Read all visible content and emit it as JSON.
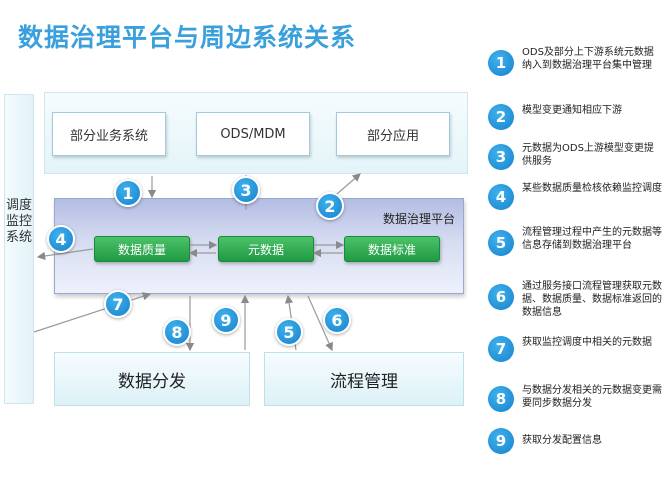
{
  "title": "数据治理平台与周边系统关系",
  "top_systems": {
    "business": "部分业务系统",
    "ods_mdm": "ODS/MDM",
    "apps": "部分应用"
  },
  "platform": {
    "title": "数据治理平台",
    "quality": "数据质量",
    "metadata": "元数据",
    "standard": "数据标准"
  },
  "side_system": "调度监控系统",
  "bottom_systems": {
    "distribution": "数据分发",
    "process": "流程管理"
  },
  "badges": [
    "1",
    "2",
    "3",
    "4",
    "5",
    "6",
    "7",
    "8",
    "9"
  ],
  "legend": [
    {
      "num": "1",
      "text": "ODS及部分上下游系统元数据纳入到数据治理平台集中管理"
    },
    {
      "num": "2",
      "text": "模型变更通知相应下游"
    },
    {
      "num": "3",
      "text": "元数据为ODS上游模型变更提供服务"
    },
    {
      "num": "4",
      "text": "某些数据质量检核依赖监控调度"
    },
    {
      "num": "5",
      "text": "流程管理过程中产生的元数据等信息存储到数据治理平台"
    },
    {
      "num": "6",
      "text": "通过服务接口流程管理获取元数据、数据质量、数据标准返回的数据信息"
    },
    {
      "num": "7",
      "text": "获取监控调度中相关的元数据"
    },
    {
      "num": "8",
      "text": "与数据分发相关的元数据变更需要同步数据分发"
    },
    {
      "num": "9",
      "text": "获取分发配置信息"
    }
  ],
  "colors": {
    "title": "#3aa0dc",
    "badge": "#1682cc",
    "module_green": "#1f9a43",
    "platform": "#c7cfec"
  }
}
